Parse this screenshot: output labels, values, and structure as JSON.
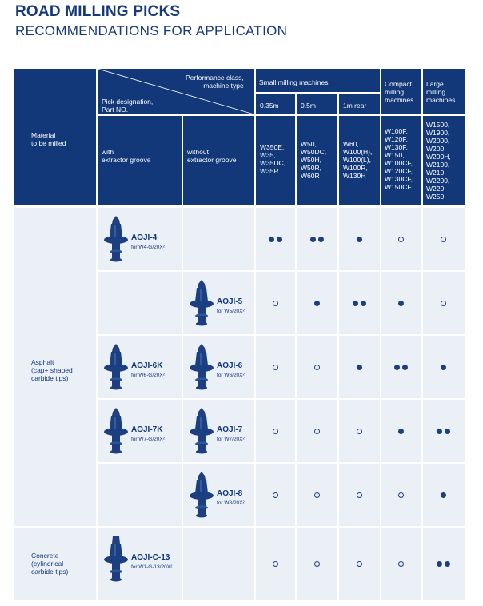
{
  "title": "ROAD MILLING PICKS",
  "subtitle": "RECOMMENDATIONS FOR APPLICATION",
  "header": {
    "material": "Material\nto be milled",
    "pick_designation": "Pick designation,\nPart NO.",
    "performance_class": "Performance class,\nmachine type",
    "with_groove": "with\nextractor groove",
    "without_groove": "without\nextractor groove",
    "small": "Small milling machines",
    "compact": "Compact\nmilling\nmachines",
    "large": "Large\nmilling\nmachines",
    "w035": "0.35m",
    "w05": "0.5m",
    "w1": "1m rear",
    "models": [
      "W350E,\nW35,\nW35DC,\nW35R",
      "W50,\nW50DC,\nW50H,\nW50R,\nW60R",
      "W60,\nW100(H),\nW100(L),\nW100R,\nW130H",
      "W100F,\nW120F,\nW130F,\nW150,\nW100CF,\nW120CF,\nW130CF,\nW150CF",
      "W1500,\nW1900,\nW2000,\nW200,\nW200H,\nW2100,\nW210,\nW2200,\nW220,\nW250"
    ]
  },
  "materials": {
    "asphalt": "Asphalt\n(cap+ shaped\ncarbide tips)",
    "concrete": "Concrete\n(cylindrical\ncarbide tips)"
  },
  "rows": [
    {
      "with": {
        "name": "AOJI-4",
        "for": "for W4-G/20X²"
      },
      "without": null,
      "ratings": [
        "ff",
        "ff",
        "f",
        "o",
        "o"
      ]
    },
    {
      "with": null,
      "without": {
        "name": "AOJI-5",
        "for": "for W5/20X²"
      },
      "ratings": [
        "o",
        "f",
        "ff",
        "f",
        "o"
      ]
    },
    {
      "with": {
        "name": "AOJI-6K",
        "for": "for W6-G/20X²"
      },
      "without": {
        "name": "AOJI-6",
        "for": "for W6/20X²"
      },
      "ratings": [
        "o",
        "o",
        "f",
        "ff",
        "f"
      ]
    },
    {
      "with": {
        "name": "AOJI-7K",
        "for": "for W7-G/20X²"
      },
      "without": {
        "name": "AOJI-7",
        "for": "for W7/20X²"
      },
      "ratings": [
        "o",
        "o",
        "o",
        "f",
        "ff"
      ]
    },
    {
      "with": null,
      "without": {
        "name": "AOJI-8",
        "for": "for W8/20X²"
      },
      "ratings": [
        "o",
        "o",
        "o",
        "o",
        "f"
      ]
    },
    {
      "with": {
        "name": "AOJI-C-13",
        "for": "for W1-G-13/20X²"
      },
      "without": null,
      "ratings": [
        "o",
        "o",
        "o",
        "o",
        "ff"
      ]
    }
  ],
  "colors": {
    "header": "#12387a",
    "body": "#ebeff6",
    "text": "#12387a"
  }
}
